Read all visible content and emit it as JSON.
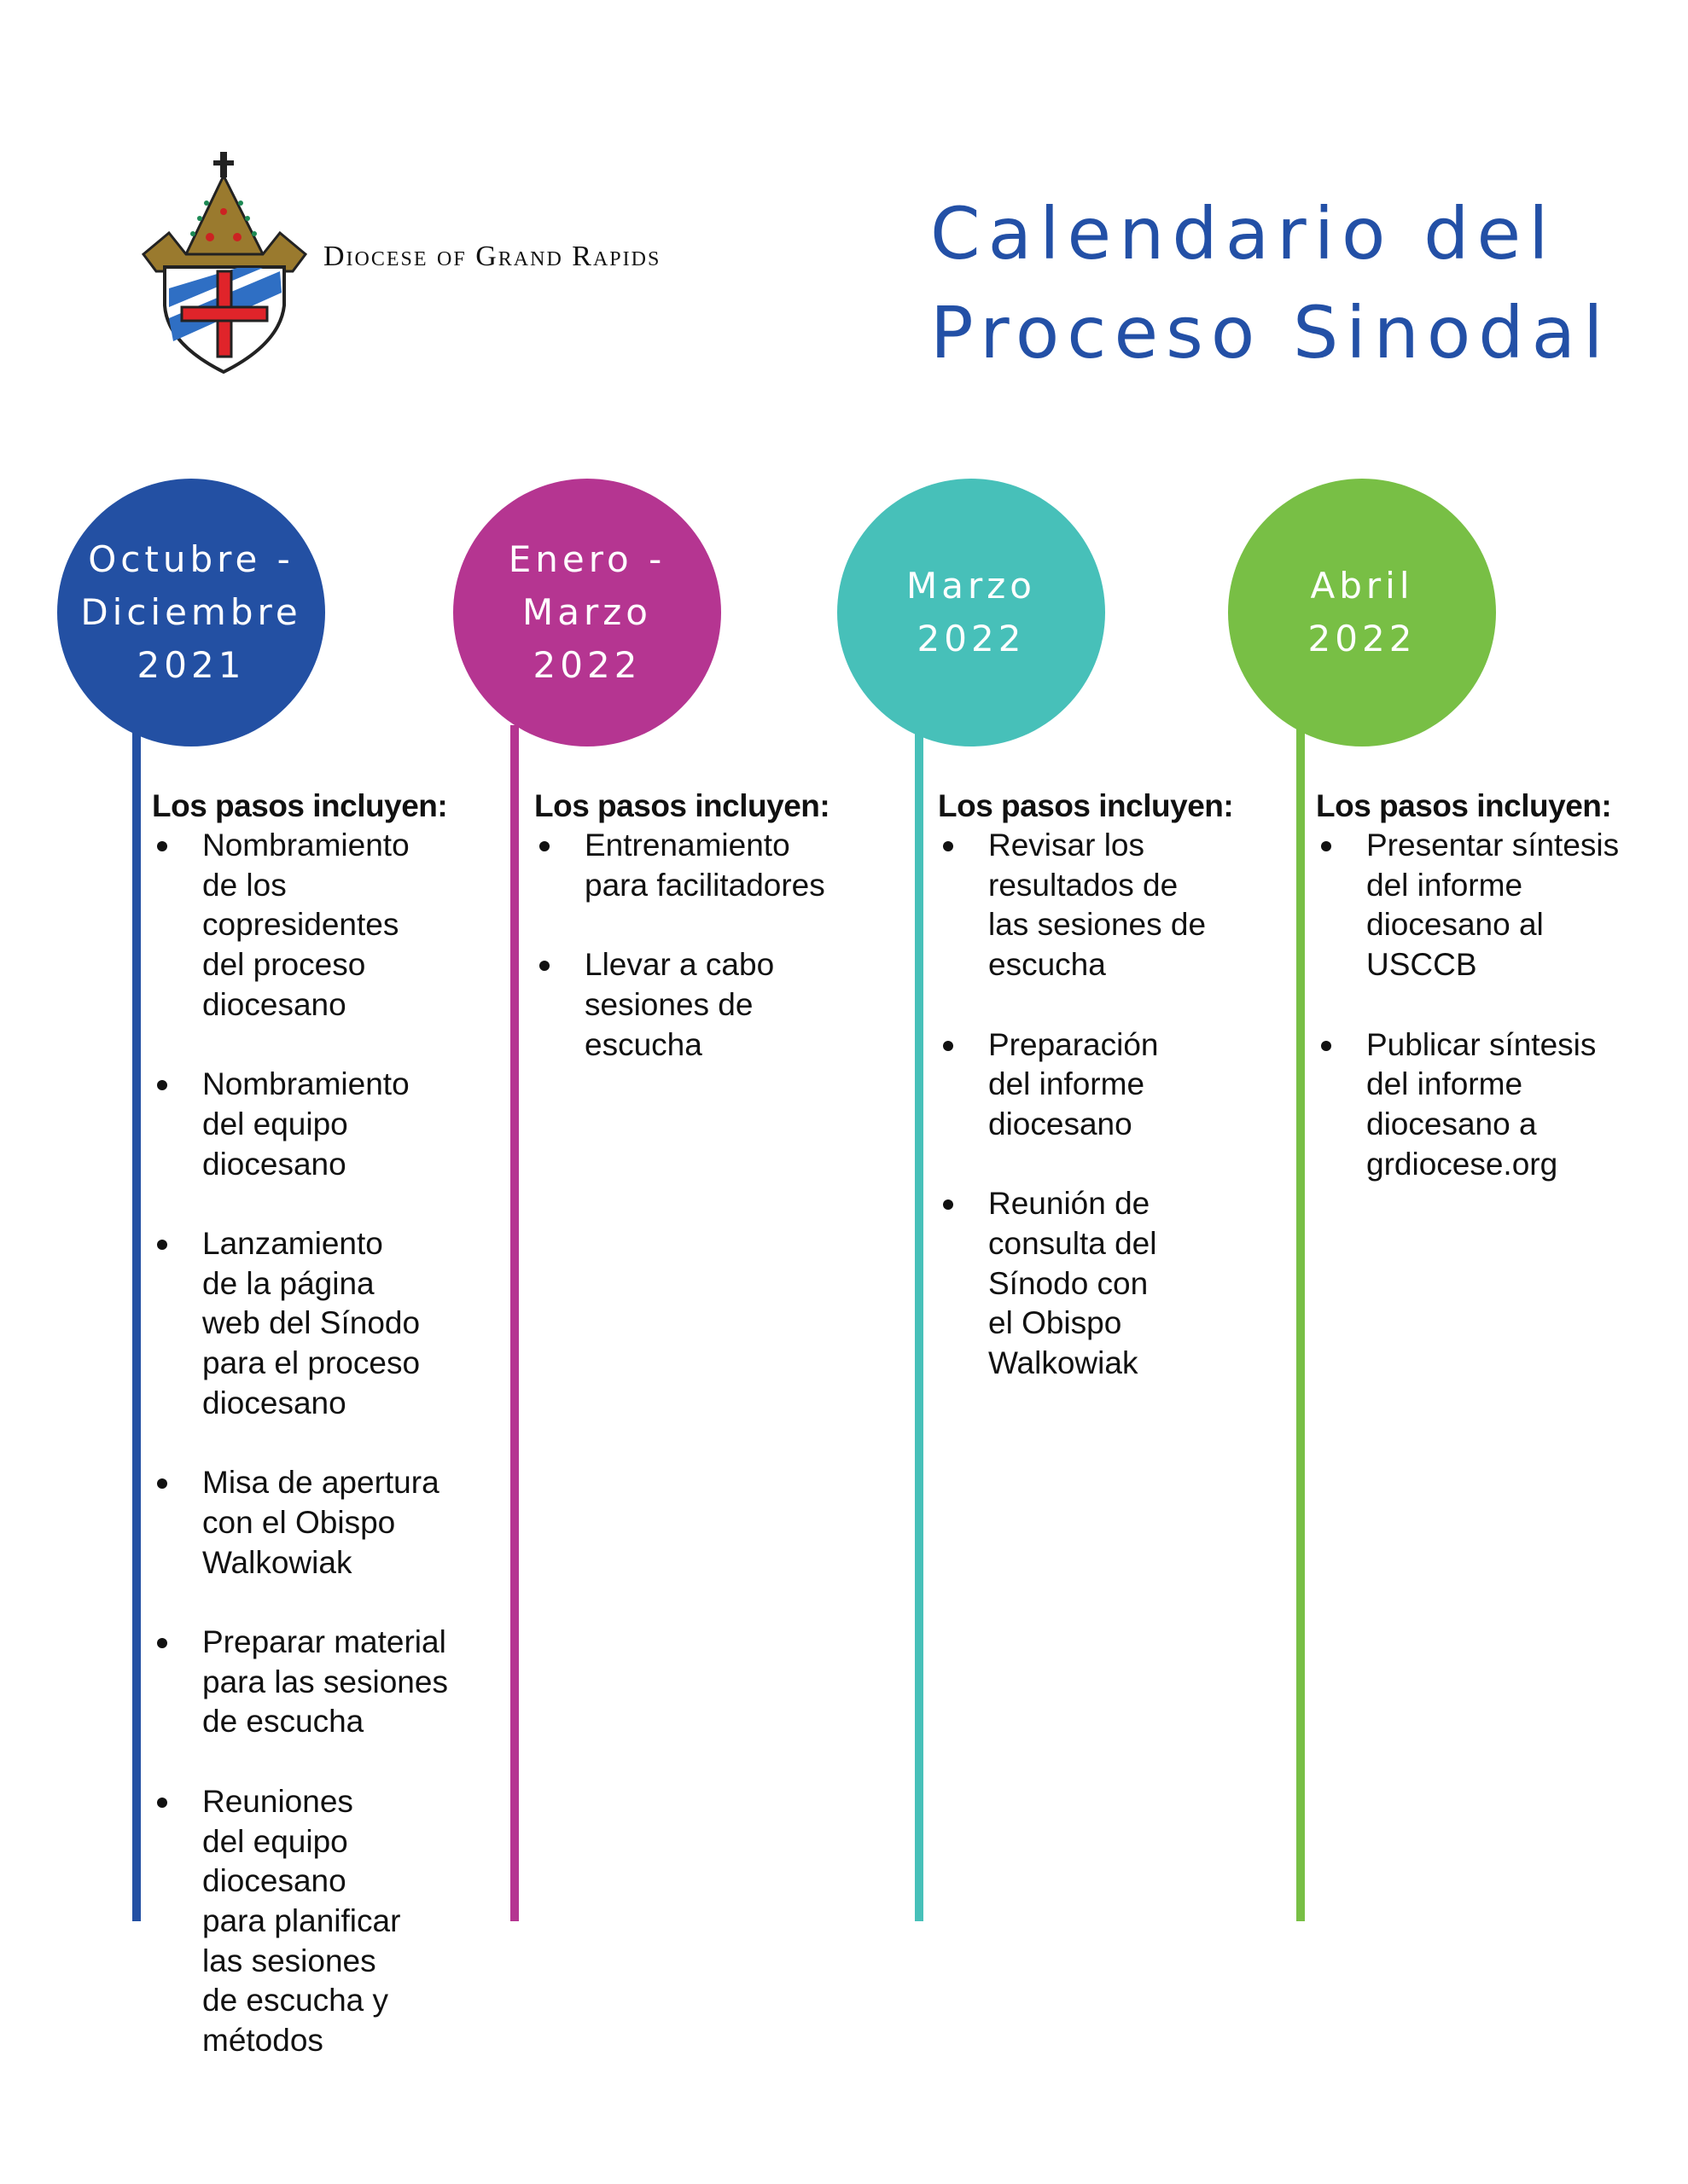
{
  "header": {
    "org_name": "Diocese of Grand Rapids",
    "title_line1": "Calendario del",
    "title_line2": "Proceso Sinodal"
  },
  "colors": {
    "blue": "#2350a3",
    "magenta": "#b53591",
    "teal": "#47c0b9",
    "green": "#78bf45"
  },
  "periods": [
    {
      "label": "Octubre -\nDiciembre\n2021",
      "color": "#2350a3",
      "heading": "Los pasos incluyen:",
      "items": [
        "Nombramiento\nde los\ncopresidentes\ndel proceso\ndiocesano",
        "Nombramiento\ndel equipo\ndiocesano",
        "Lanzamiento\nde la página\nweb del Sínodo\npara el proceso\ndiocesano",
        "Misa de apertura\ncon el Obispo\nWalkowiak",
        "Preparar material\npara las sesiones\nde escucha",
        "Reuniones\ndel equipo\ndiocesano\npara planificar\nlas sesiones\nde escucha y\nmétodos"
      ]
    },
    {
      "label": "Enero -\nMarzo\n2022",
      "color": "#b53591",
      "heading": "Los pasos incluyen:",
      "items": [
        "Entrenamiento\npara facilitadores",
        "Llevar a cabo\nsesiones de\nescucha"
      ]
    },
    {
      "label": "Marzo\n2022",
      "color": "#47c0b9",
      "heading": "Los pasos incluyen:",
      "items": [
        "Revisar los\nresultados de\nlas sesiones de\nescucha",
        "Preparación\ndel informe\ndiocesano",
        "Reunión de\nconsulta del\nSínodo con\nel Obispo\nWalkowiak"
      ]
    },
    {
      "label": "Abril\n2022",
      "color": "#78bf45",
      "heading": "Los pasos incluyen:",
      "items": [
        "Presentar síntesis\ndel informe\ndiocesano al\nUSCCB",
        "Publicar síntesis\ndel informe\ndiocesano a\ngrdiocese.org"
      ]
    }
  ]
}
